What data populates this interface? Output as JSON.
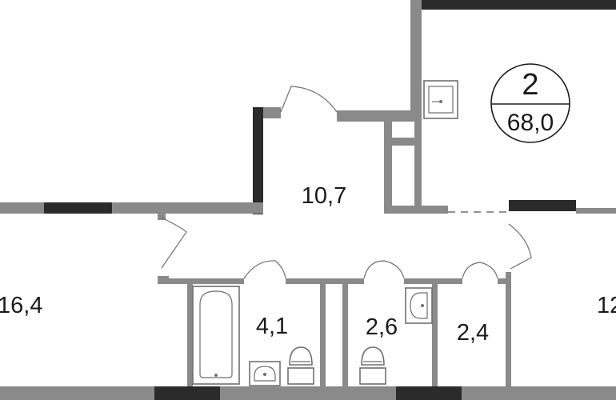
{
  "badge": {
    "rooms": "2",
    "area": "68,0"
  },
  "rooms": [
    {
      "id": "hall",
      "label": "10,7"
    },
    {
      "id": "living",
      "label": "16,4"
    },
    {
      "id": "bath",
      "label": "4,1"
    },
    {
      "id": "wc",
      "label": "2,6"
    },
    {
      "id": "storage",
      "label": "2,4"
    },
    {
      "id": "bedroom",
      "label": "12"
    }
  ],
  "colors": {
    "wall": "#8a8a8a",
    "wall_dark": "#2b2b2b",
    "text": "#1a1a1a",
    "background": "#ffffff"
  }
}
